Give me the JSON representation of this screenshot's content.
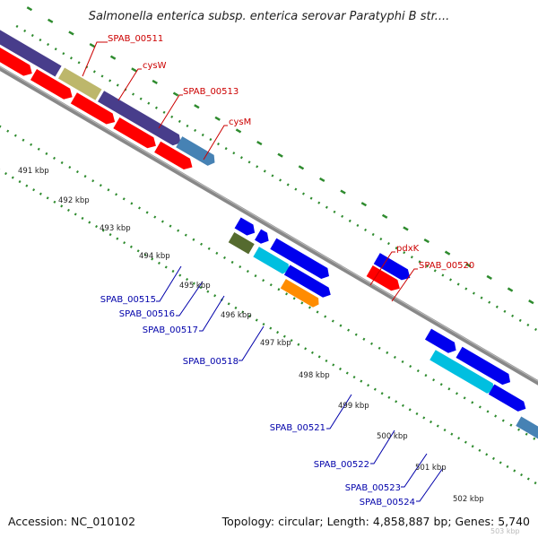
{
  "title": "Salmonella enterica subsp. enterica serovar Paratyphi B str....",
  "footer": {
    "accession": "Accession: NC_010102",
    "topology": "Topology: circular; Length: 4,858,887 bp; Genes: 5,740"
  },
  "kbp_labels": [
    "491 kbp",
    "492 kbp",
    "493 kbp",
    "494 kbp",
    "495 kbp",
    "496 kbp",
    "497 kbp",
    "498 kbp",
    "499 kbp",
    "500 kbp",
    "501 kbp",
    "502 kbp",
    "503 kbp"
  ],
  "forward_genes": [
    "SPAB_00511",
    "cysW",
    "SPAB_00513",
    "cysM",
    "pdxK",
    "SPAB_00520"
  ],
  "reverse_genes": [
    "SPAB_00515",
    "SPAB_00516",
    "SPAB_00517",
    "SPAB_00518",
    "SPAB_00521",
    "SPAB_00522",
    "SPAB_00523",
    "SPAB_00524"
  ],
  "colors": {
    "red": "#ff0000",
    "dark_slate": "#483d8b",
    "khaki": "#bdb76b",
    "steel_blue": "#4682b4",
    "blue": "#0000ee",
    "olive": "#556b2f",
    "cyan": "#00bfe0",
    "orange": "#ff8c00",
    "backbone": "#888888",
    "tick_green": "#2e8b2e"
  }
}
